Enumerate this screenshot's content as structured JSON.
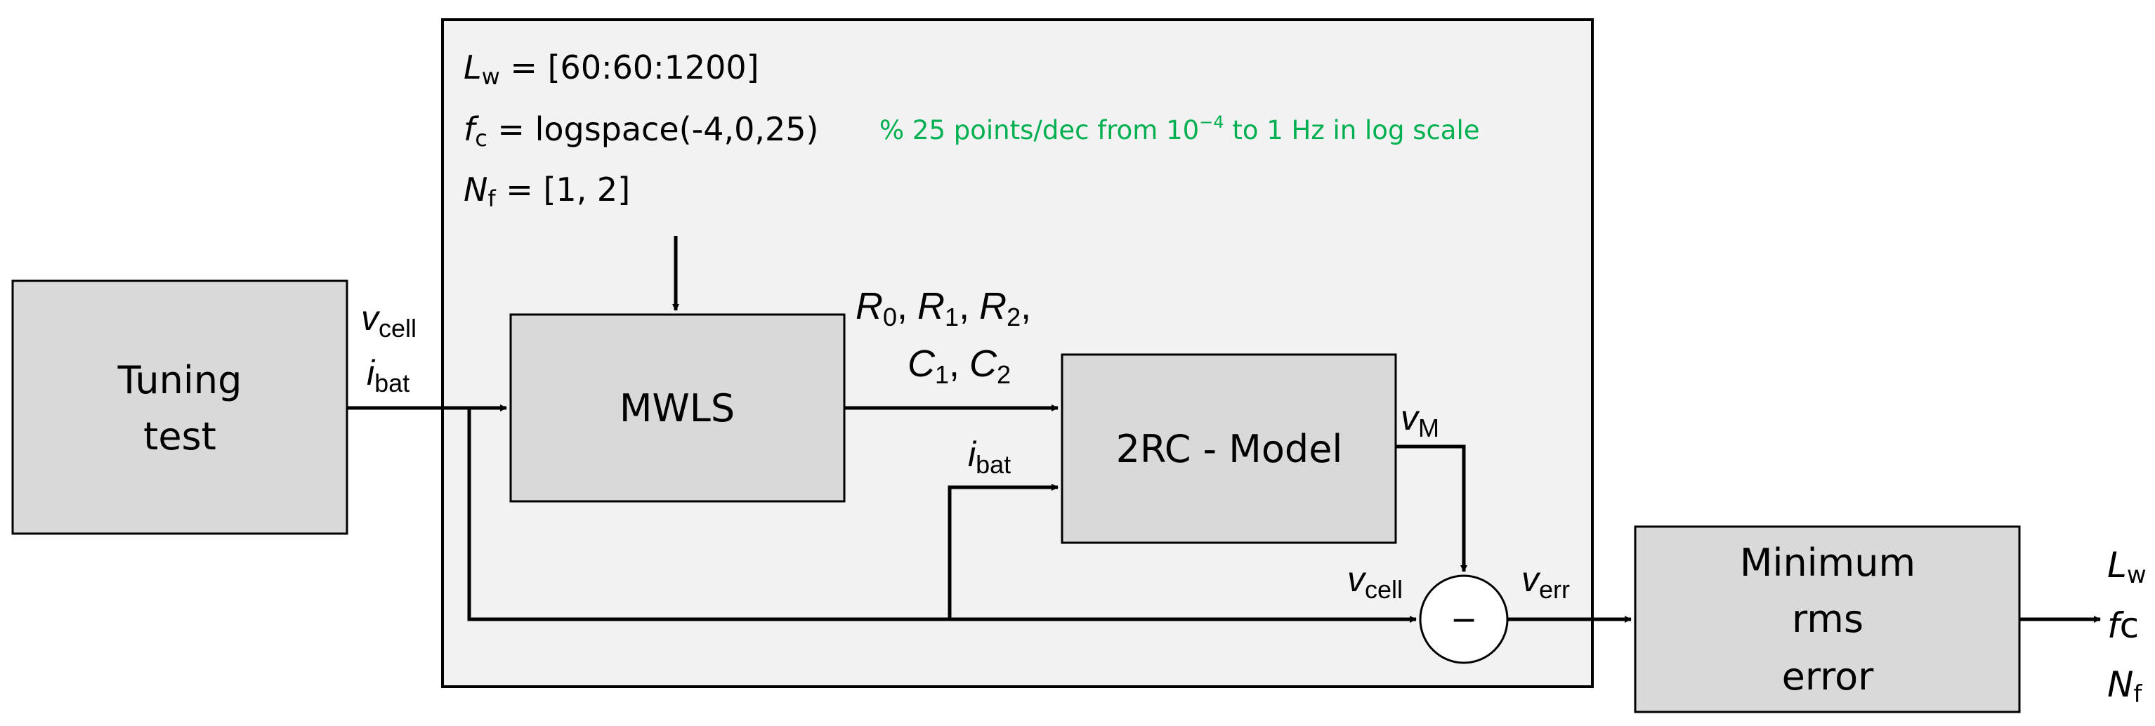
{
  "colors": {
    "block_fill": "#d9d9d9",
    "panel_fill": "#f2f2f2",
    "stroke": "#000000",
    "comment": "#00b050"
  },
  "params": {
    "lw_sym": "L",
    "lw_sub": "w",
    "lw_val": " = [60:60:1200]",
    "fc_sym": "f",
    "fc_sub": "c",
    "fc_val": " = logspace(-4,0,25)",
    "fc_comment_a": "% 25 points/dec from 10",
    "fc_comment_exp": "−4",
    "fc_comment_b": " to 1 Hz in log scale",
    "nf_sym": "N",
    "nf_sub": "f",
    "nf_val": " = [1, 2]"
  },
  "blocks": {
    "tuning_test_line1": "Tuning",
    "tuning_test_line2": "test",
    "mwls": "MWLS",
    "model": "2RC - Model",
    "min_line1": "Minimum",
    "min_line2": "rms",
    "min_line3": "error",
    "subtractor": "−"
  },
  "signals": {
    "vcell_sym": "v",
    "vcell_sub": "cell",
    "ibat_sym": "i",
    "ibat_sub": "bat",
    "r0": "R",
    "r0_sub": "0",
    "r1": "R",
    "r1_sub": "1",
    "r2": "R",
    "r2_sub": "2",
    "c1": "C",
    "c1_sub": "1",
    "c2": "C",
    "c2_sub": "2",
    "sep": ",",
    "vm_sym": "v",
    "vm_sub": "M",
    "verr_sym": "v",
    "verr_sub": "err"
  },
  "outputs": {
    "lw_sym": "L",
    "lw_sub": "w",
    "fc_sym": "f",
    "fc_rest": "c",
    "nf_sym": "N",
    "nf_sub": "f"
  }
}
